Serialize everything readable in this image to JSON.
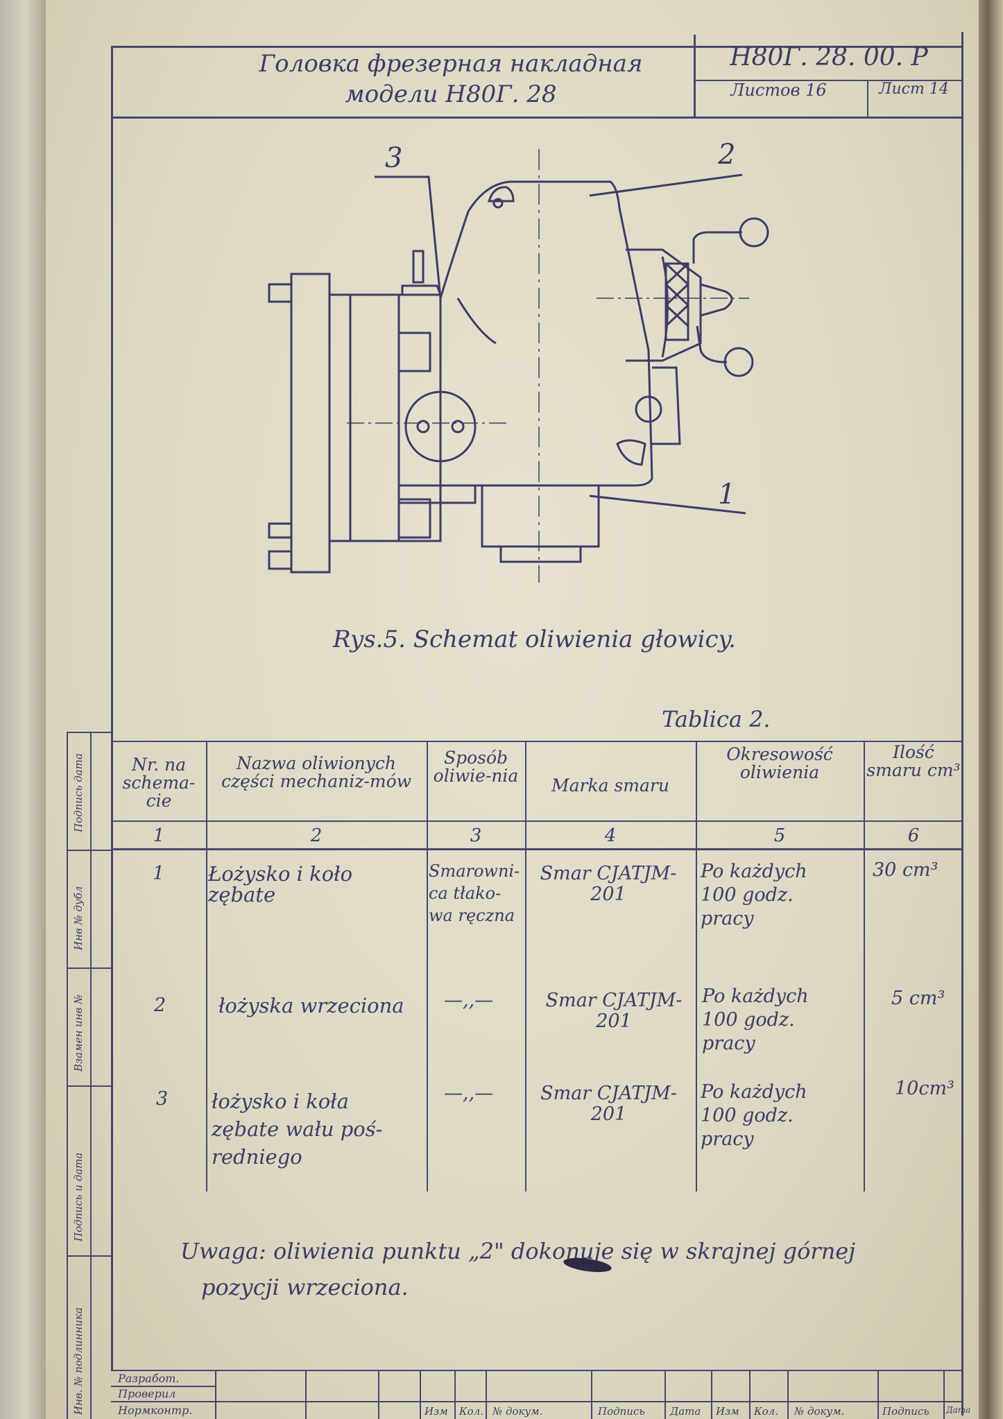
{
  "header": {
    "title_line1": "Головка фрезерная накладная",
    "title_line2": "модели Н80Г. 28",
    "drawing_code": "Н80Г. 28. 00. Р",
    "sheets_total": "Листов 16",
    "sheet_number": "Лист 14"
  },
  "figure": {
    "callouts": [
      "3",
      "2",
      "1"
    ],
    "caption": "Rys.5. Schemat oliwienia głowicy."
  },
  "table": {
    "label": "Tablica 2.",
    "columns": [
      "Nr. na schema-cie",
      "Nazwa oliwionych części mechaniz-mów",
      "Sposób oliwie-nia",
      "Marka smaru",
      "Okresowość oliwienia",
      "Ilość smaru cm³"
    ],
    "column_numbers": [
      "1",
      "2",
      "3",
      "4",
      "5",
      "6"
    ],
    "rows": [
      {
        "nr": "1",
        "name": "Łożysko i koło zębate",
        "method": "Smarowni-ca tłako-wa ręczna",
        "brand": "Smar CJATJM-201",
        "period": "Po każdych 100 godz. pracy",
        "qty": "30 cm³"
      },
      {
        "nr": "2",
        "name": "łożyska wrzeciona",
        "method": "—,,—",
        "brand": "Smar CJATJM-201",
        "period": "Po każdych 100 godz. pracy",
        "qty": "5 cm³"
      },
      {
        "nr": "3",
        "name": "łożysko i koła zębate wału poś-redniego",
        "method": "—,,—",
        "brand": "Smar CJATJM-201",
        "period": "Po każdych 100 godz. pracy",
        "qty": "10cm³"
      }
    ]
  },
  "note": {
    "line1": "Uwaga: oliwienia punktu „2\" dokonuje się w skrajnej górnej",
    "line2": "pozycji wrzeciona."
  },
  "side_stamp": [
    "Подпись дата",
    "Инв № дубл",
    "Взамен инв №",
    "Подпись и дата",
    "Инв. № подлинника"
  ],
  "stamp": {
    "rows": [
      "Разработ.",
      "Проверил",
      "Нормконтр."
    ],
    "columns": [
      "Изм",
      "Кол.",
      "№ докум.",
      "Подпись",
      "Дата",
      "Изм",
      "Кол.",
      "№ докум.",
      "Подпись",
      "Дата"
    ]
  }
}
